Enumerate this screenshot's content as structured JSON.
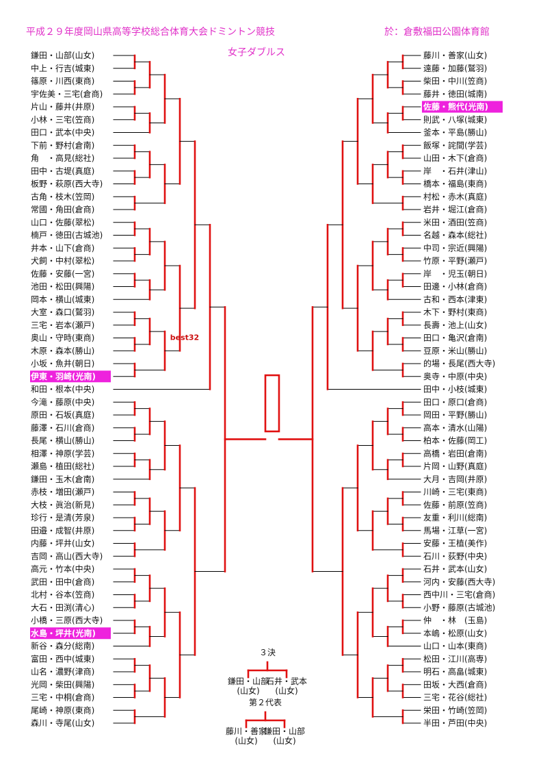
{
  "header": {
    "title": "平成２９年度岡山県高等学校総合体育大会ドミントン競技",
    "venue": "於：倉敷福田公園体育館",
    "event": "女子ダブルス"
  },
  "colors": {
    "accent": "#e030c8",
    "highlight_bg": "#ee22dd",
    "winner_line": "#e01010",
    "line": "#000000"
  },
  "left": [
    {
      "name": "鎌田・山部(山女)"
    },
    {
      "name": "中上・行吉(城東)"
    },
    {
      "name": "篠原・川西(東商)"
    },
    {
      "name": "宇佐美・三宅(倉商)"
    },
    {
      "name": "片山・藤井(井原)"
    },
    {
      "name": "小林・三宅(笠商)"
    },
    {
      "name": "田口・武本(中央)"
    },
    {
      "name": "下前・野村(倉南)"
    },
    {
      "name": "角　・高見(総社)"
    },
    {
      "name": "田中・古堤(真庭)"
    },
    {
      "name": "板野・萩原(西大寺)"
    },
    {
      "name": "古角・枝木(笠岡)"
    },
    {
      "name": "常國・角田(倉商)"
    },
    {
      "name": "山口・佐藤(翠松)"
    },
    {
      "name": "楠戸・徳田(古城池)"
    },
    {
      "name": "井本・山下(倉商)"
    },
    {
      "name": "犬飼・中村(翠松)"
    },
    {
      "name": "佐藤・安藤(一宮)"
    },
    {
      "name": "池田・松田(興陽)"
    },
    {
      "name": "岡本・横山(城東)"
    },
    {
      "name": "大室・森口(鷲羽)"
    },
    {
      "name": "三宅・岩本(瀬戸)"
    },
    {
      "name": "奥山・守時(東商)"
    },
    {
      "name": "木原・森本(勝山)"
    },
    {
      "name": "小坂・魚井(朝日)"
    },
    {
      "name": "伊東・羽崎(光南)",
      "highlight": true
    },
    {
      "name": "和田・根本(中央)"
    },
    {
      "name": "今滝・藤原(中央)"
    },
    {
      "name": "原田・石坂(真庭)"
    },
    {
      "name": "藤澤・石川(倉商)"
    },
    {
      "name": "長尾・横山(勝山)"
    },
    {
      "name": "相澤・神原(学芸)"
    },
    {
      "name": "瀬島・植田(総社)"
    },
    {
      "name": "鎌田・玉木(倉南)"
    },
    {
      "name": "赤枝・増田(瀬戸)"
    },
    {
      "name": "大枝・眞治(新見)"
    },
    {
      "name": "珍行・是清(芳泉)"
    },
    {
      "name": "田邉・成智(井原)"
    },
    {
      "name": "内藤・坪井(山女)"
    },
    {
      "name": "吉岡・高山(西大寺)"
    },
    {
      "name": "高元・竹本(中央)"
    },
    {
      "name": "武田・田中(倉商)"
    },
    {
      "name": "北村・谷本(笠商)"
    },
    {
      "name": "大石・田渕(清心)"
    },
    {
      "name": "小橋・三原(西大寺)"
    },
    {
      "name": "水島・坪井(光南)",
      "highlight": true
    },
    {
      "name": "新谷・森分(総南)"
    },
    {
      "name": "富田・西中(城東)"
    },
    {
      "name": "山名・濃野(津商)"
    },
    {
      "name": "光岡・柴田(興陽)"
    },
    {
      "name": "三宅・中桐(倉商)"
    },
    {
      "name": "尾崎・神原(東商)"
    },
    {
      "name": "森川・寺尾(山女)"
    }
  ],
  "right": [
    {
      "name": "藤川・善家(山女)"
    },
    {
      "name": "遠藤・加藤(鷲羽)"
    },
    {
      "name": "柴田・中川(笠商)"
    },
    {
      "name": "藤井・徳田(城南)"
    },
    {
      "name": "佐藤・熊代(光南)",
      "highlight": true
    },
    {
      "name": "則武・八塚(城東)"
    },
    {
      "name": "釜本・平島(勝山)"
    },
    {
      "name": "飯塚・詫間(学芸)"
    },
    {
      "name": "山田・木下(倉商)"
    },
    {
      "name": "岸　・石井(津山)"
    },
    {
      "name": "橋本・福島(東商)"
    },
    {
      "name": "村松・赤木(真庭)"
    },
    {
      "name": "岩井・堀江(倉商)"
    },
    {
      "name": "米田・酒田(笠商)"
    },
    {
      "name": "名越・森本(総社)"
    },
    {
      "name": "中司・宗近(興陽)"
    },
    {
      "name": "竹原・平野(瀬戸)"
    },
    {
      "name": "岸　・児玉(朝日)"
    },
    {
      "name": "田邊・小林(倉商)"
    },
    {
      "name": "古和・西本(津東)"
    },
    {
      "name": "木下・野村(東商)"
    },
    {
      "name": "長壽・池上(山女)"
    },
    {
      "name": "田口・亀沢(倉南)"
    },
    {
      "name": "豆原・米山(勝山)"
    },
    {
      "name": "的場・長尾(西大寺)"
    },
    {
      "name": "奥寺・中原(中央)"
    },
    {
      "name": "田中・小枝(城東)"
    },
    {
      "name": "田口・原口(倉商)"
    },
    {
      "name": "岡田・平野(勝山)"
    },
    {
      "name": "高本・清水(山陽)"
    },
    {
      "name": "柏本・佐藤(岡工)"
    },
    {
      "name": "高橋・岩田(倉南)"
    },
    {
      "name": "片岡・山野(真庭)"
    },
    {
      "name": "大月・吉岡(井原)"
    },
    {
      "name": "川崎・三宅(東商)"
    },
    {
      "name": "佐藤・前原(笠商)"
    },
    {
      "name": "友重・利川(総南)"
    },
    {
      "name": "馬場・江草(一宮)"
    },
    {
      "name": "安藤・王植(美作)"
    },
    {
      "name": "石川・荻野(中央)"
    },
    {
      "name": "石井・武本(山女)"
    },
    {
      "name": "河内・安藤(西大寺)"
    },
    {
      "name": "西中川・三宅(倉商)"
    },
    {
      "name": "小野・藤原(古城池)"
    },
    {
      "name": "仲　・林　(玉島)"
    },
    {
      "name": "本嶋・松原(山女)"
    },
    {
      "name": "山口・山本(東商)"
    },
    {
      "name": "松田・江川(高専)"
    },
    {
      "name": "明石・高畠(城東)"
    },
    {
      "name": "田坂・大西(倉商)"
    },
    {
      "name": "三宅・花谷(総社)"
    },
    {
      "name": "栄田・竹崎(笠岡)"
    },
    {
      "name": "半田・芦田(中央)"
    }
  ],
  "annotation": "best32",
  "third_place": {
    "label": "３決",
    "pair_a": {
      "name": "鎌田・山部",
      "school": "(山女)"
    },
    "pair_b": {
      "name": "石井・武本",
      "school": "(山女)"
    }
  },
  "second_rep": {
    "label": "第２代表",
    "pair_a": {
      "name": "藤川・善家",
      "school": "(山女)"
    },
    "pair_b": {
      "name": "鎌田・山部",
      "school": "(山女)"
    }
  }
}
